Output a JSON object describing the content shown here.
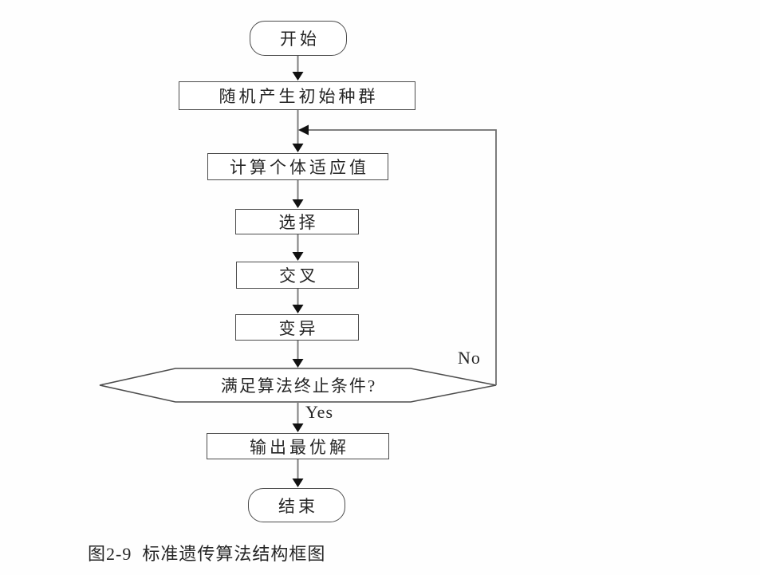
{
  "flowchart": {
    "title": "标准遗传算法结构框图",
    "caption": "图2-9  标准遗传算法结构框图",
    "nodes": {
      "start": {
        "label": "开始",
        "shape": "stadium"
      },
      "init": {
        "label": "随机产生初始种群",
        "shape": "process"
      },
      "fitness": {
        "label": "计算个体适应值",
        "shape": "process"
      },
      "selection": {
        "label": "选择",
        "shape": "process"
      },
      "crossover": {
        "label": "交叉",
        "shape": "process"
      },
      "mutation": {
        "label": "变异",
        "shape": "process"
      },
      "decision": {
        "label": "满足算法终止条件?",
        "shape": "decision"
      },
      "output": {
        "label": "输出最优解",
        "shape": "process"
      },
      "end": {
        "label": "结束",
        "shape": "stadium"
      }
    },
    "edge_labels": {
      "yes": "Yes",
      "no": "No"
    },
    "colors": {
      "background": "#fefefe",
      "node_border": "#4c4c4c",
      "connector_line": "#7f7f7f",
      "arrowhead": "#111111",
      "text": "#262626"
    }
  }
}
